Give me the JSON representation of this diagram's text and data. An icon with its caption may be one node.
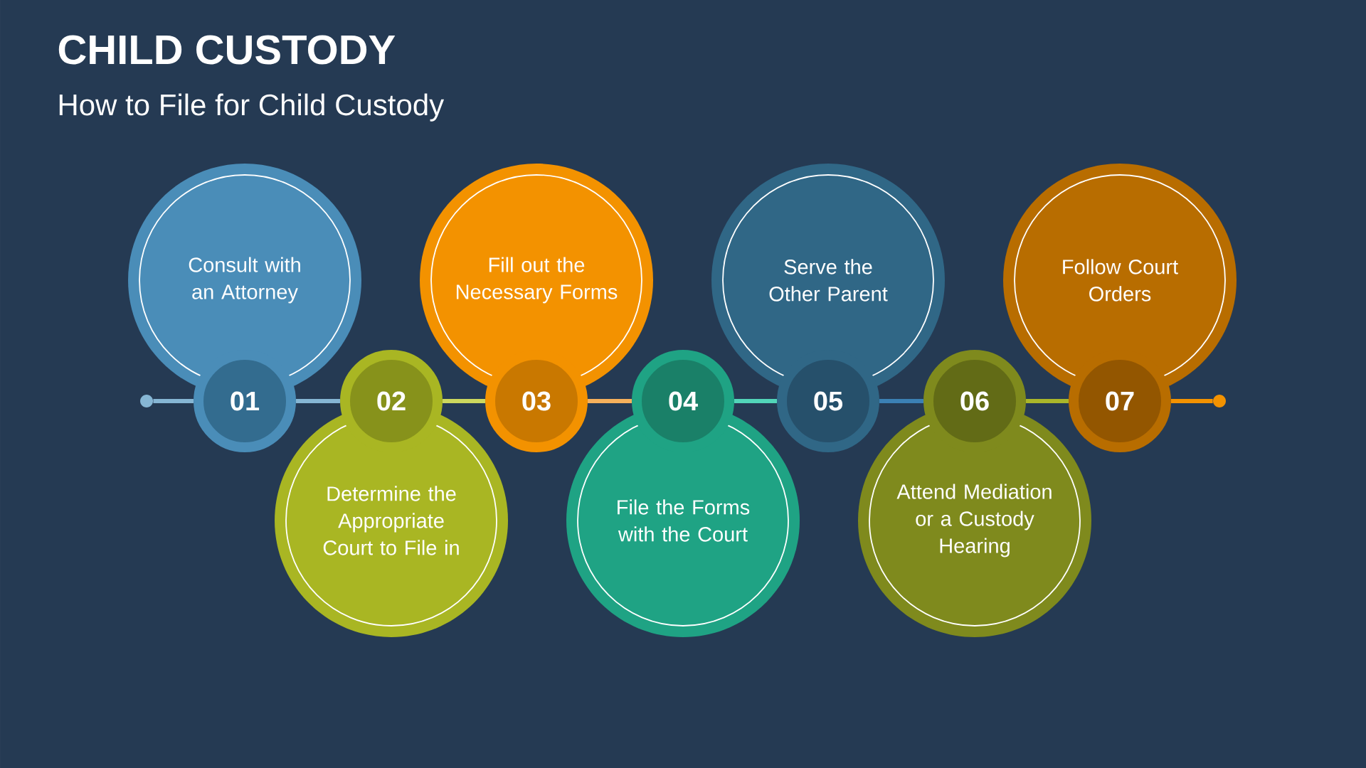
{
  "diagram": {
    "title": "CHILD CUSTODY",
    "nodes": [
      {
        "text": [],
        "shape": "circle"
      },
      {
        "text": [
          "01"
        ]
      },
      {
        "text": [
          "Consult with an Attorney"
        ]
      },
      {
        "text": [
          "02"
        ]
      },
      {
        "text": [
          "Determine the Appropriate Court to File in"
        ]
      },
      {
        "text": [
          "03"
        ]
      },
      {
        "text": [
          "Fill out the Necessary Forms"
        ]
      },
      {
        "text": [
          "04"
        ]
      },
      {
        "text": [
          "File the Forms with the Court"
        ]
      },
      {
        "text": [
          "05"
        ]
      },
      {
        "text": [
          "Serve the Other Parent"
        ]
      },
      {
        "text": [
          "06"
        ]
      },
      {
        "text": [
          "Attend Mediation or a Custody Hearing"
        ]
      },
      {
        "text": [
          "07"
        ]
      },
      {
        "text": [
          "Follow Court Orders"
        ]
      },
      {
        "text": [],
        "shape": "circle"
      }
    ],
    "edges": [
      {
        "from": 0,
        "to": 1,
        "arrow": "none",
        "color": "#86b6d4"
      },
      {
        "from": 1,
        "to": 3,
        "arrow": "none",
        "color": "#86b6d4"
      },
      {
        "from": 3,
        "to": 5,
        "arrow": "none",
        "color": "#cdd85e"
      },
      {
        "from": 5,
        "to": 7,
        "arrow": "none",
        "color": "#f6b15c"
      },
      {
        "from": 7,
        "to": 9,
        "arrow": "none",
        "color": "#52d5b9"
      },
      {
        "from": 9,
        "to": 11,
        "arrow": "none",
        "color": "#3b80b4"
      },
      {
        "from": 11,
        "to": 13,
        "arrow": "none",
        "color": "#aab72a"
      },
      {
        "from": 13,
        "to": 15,
        "arrow": "none",
        "color": "#f39200"
      }
    ],
    "labels": [
      "How to File for Child Custody"
    ]
  }
}
